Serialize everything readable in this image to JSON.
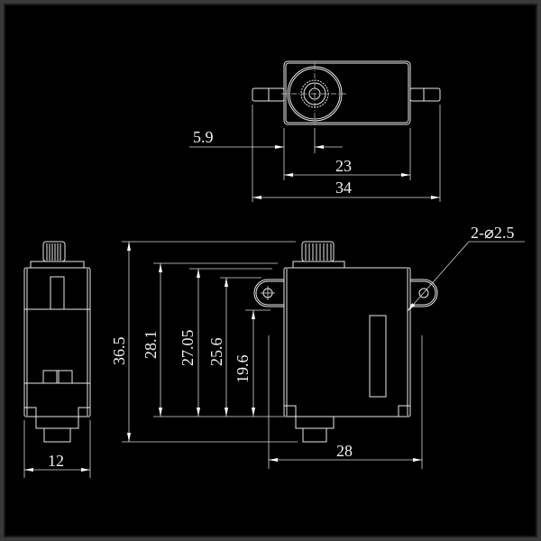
{
  "drawing": {
    "top_view": {
      "dim_shaft_offset": "5.9",
      "dim_body_width": "23",
      "dim_overall_width": "34"
    },
    "side_view": {
      "dim_depth": "12"
    },
    "front_view": {
      "dim_total_height": "36.5",
      "dim_height_a": "28.1",
      "dim_height_b": "27.05",
      "dim_height_c": "25.6",
      "dim_mount_height": "19.6",
      "dim_body_length": "28",
      "hole_callout": "2-⌀2.5"
    }
  }
}
